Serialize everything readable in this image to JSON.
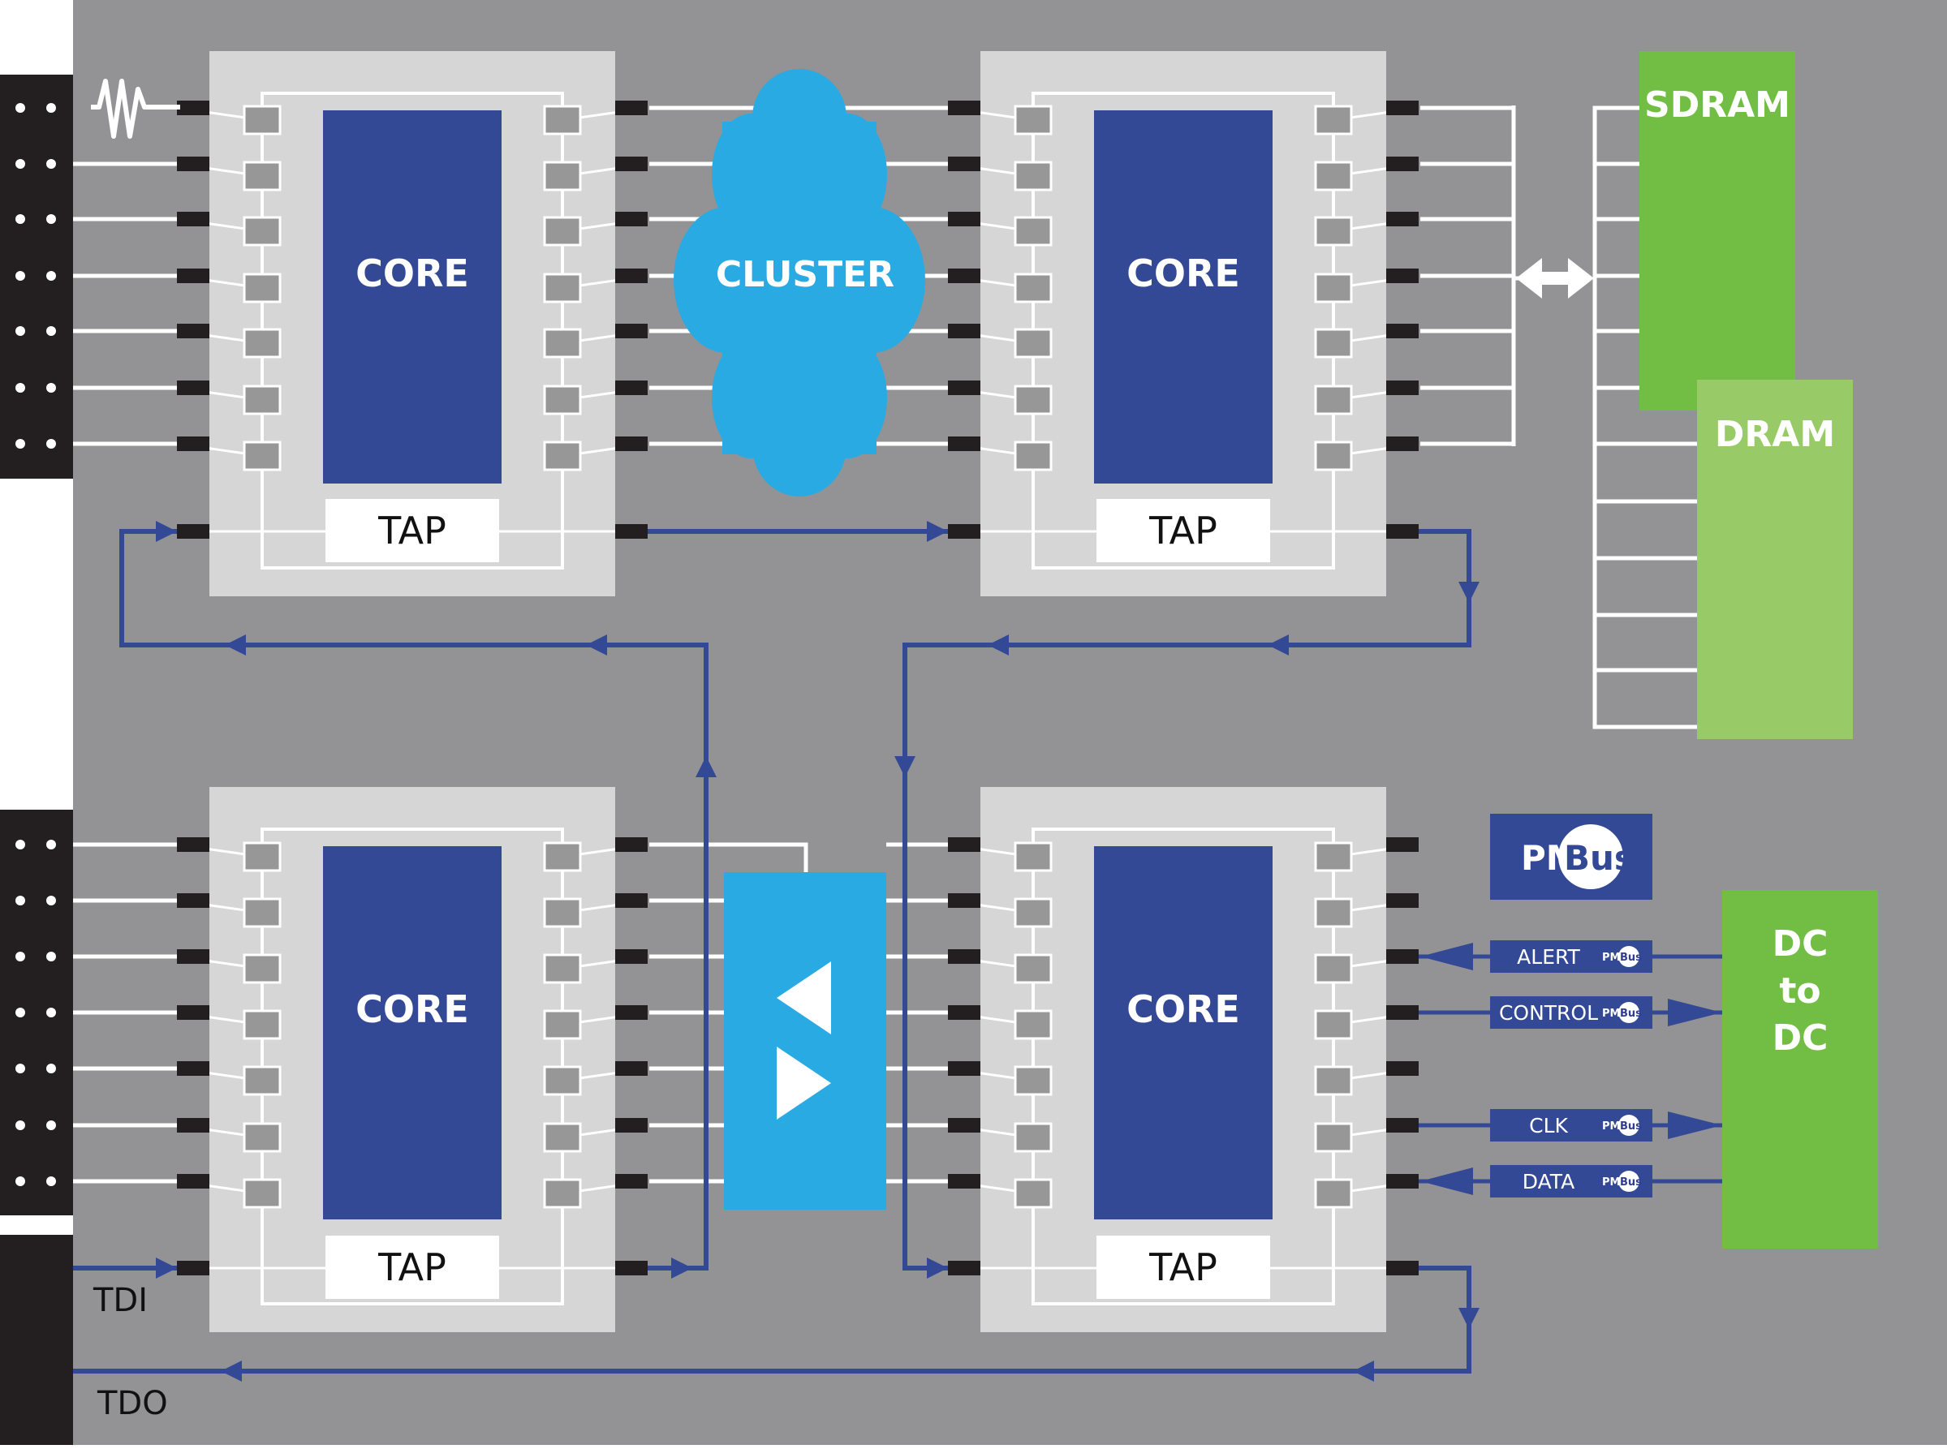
{
  "colors": {
    "board": "#939395",
    "chip_body": "#d6d6d6",
    "core_fill": "#344995",
    "jtag": "#344995",
    "cluster": "#29aae2",
    "sdram": "#72be44",
    "dram": "#98cb68",
    "dcdc": "#72be44",
    "pad": "#231f20",
    "cell": "#979797",
    "connector": "#231f20"
  },
  "chips": [
    {
      "core_label": "CORE",
      "tap_label": "TAP"
    },
    {
      "core_label": "CORE",
      "tap_label": "TAP"
    },
    {
      "core_label": "CORE",
      "tap_label": "TAP"
    },
    {
      "core_label": "CORE",
      "tap_label": "TAP"
    }
  ],
  "cluster": {
    "label": "CLUSTER"
  },
  "memory": {
    "sdram_label": "SDRAM",
    "dram_label": "DRAM"
  },
  "pmbus": {
    "logo_pm": "PM",
    "logo_bus": "Bus",
    "badge_pm": "PM",
    "badge_bus": "Bus"
  },
  "dcdc": {
    "line1": "DC",
    "line2": "to",
    "line3": "DC"
  },
  "signals": [
    {
      "label": "ALERT"
    },
    {
      "label": "CONTROL"
    },
    {
      "label": "CLK"
    },
    {
      "label": "DATA"
    }
  ],
  "jtag_pins": {
    "tdi": "TDI",
    "tdo": "TDO"
  },
  "icons": {
    "resistor": "resistor-icon",
    "bidirectional_arrow": "double-arrow-icon",
    "buffer_left": "triangle-left-icon",
    "buffer_right": "triangle-right-icon"
  }
}
